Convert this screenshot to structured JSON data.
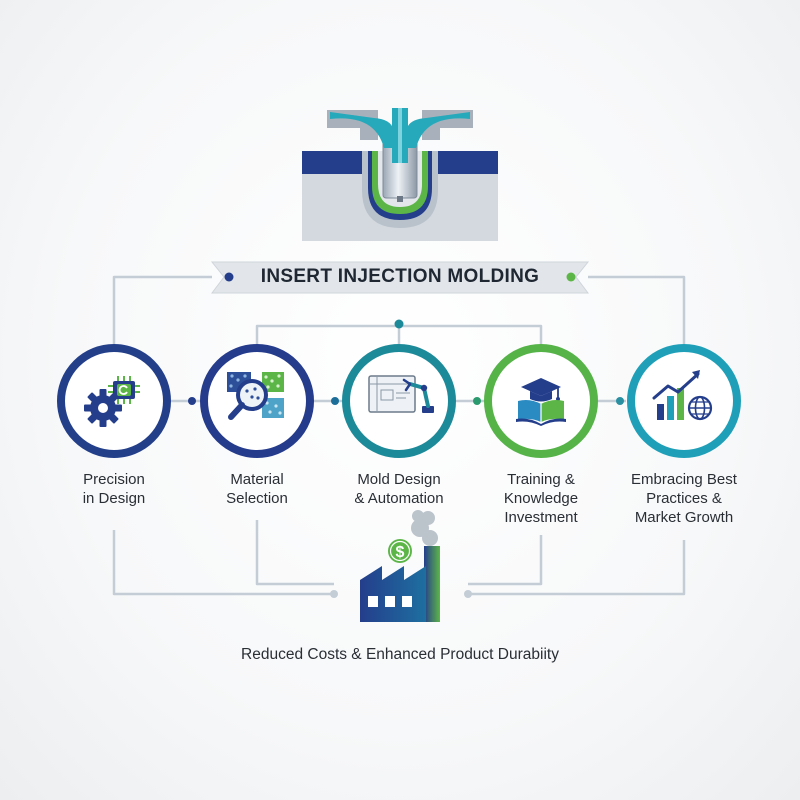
{
  "title": "INSERT INJECTION MOLDING",
  "steps": [
    {
      "label": "Precision\nin Design",
      "icon": "gear-chip-icon",
      "ring_color": "#233f8a"
    },
    {
      "label": "Material\nSelection",
      "icon": "magnifier-texture-icon",
      "ring_color": "#253b8c"
    },
    {
      "label": "Mold Design\n& Automation",
      "icon": "robot-arm-blueprint-icon",
      "ring_color": "#1d8a9a"
    },
    {
      "label": "Training &\nKnowledge\nInvestment",
      "icon": "graduation-book-icon",
      "ring_color": "#55b348"
    },
    {
      "label": "Embracing Best\nPractices &\nMarket Growth",
      "icon": "growth-chart-globe-icon",
      "ring_color": "#1fa0b8"
    }
  ],
  "outcome": {
    "label": "Reduced Costs & Enhanced Product Durabiity",
    "icon": "factory-dollar-icon"
  },
  "colors": {
    "navy": "#243e8c",
    "teal": "#22a5b8",
    "green": "#5cb647",
    "connector": "#c4cdd6",
    "text": "#2a2f36"
  }
}
